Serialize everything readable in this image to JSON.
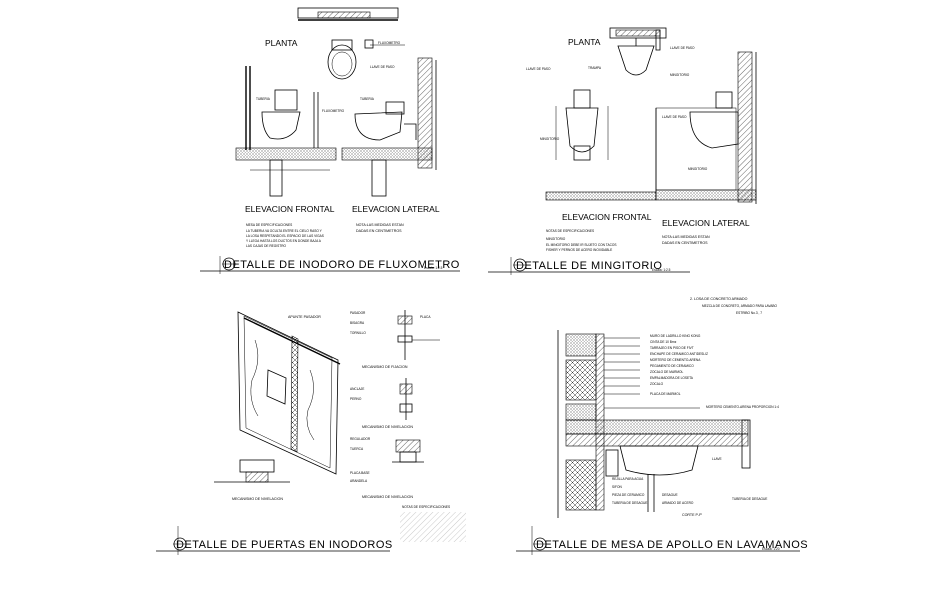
{
  "panels": {
    "inodoro": {
      "title": "DETALLE DE INODORO DE FLUXOMETRO",
      "scale": "Escala: 1:2.5",
      "planta": "PLANTA",
      "elev_frontal": "ELEVACION FRONTAL",
      "elev_lateral": "ELEVACION LATERAL",
      "nota_line1": "NOTA:LAS MEDIDAS ESTAN",
      "nota_line2": "DADAS EN CENTIMETROS",
      "spec_head": "MESA DE ESPECIFICACIONES",
      "spec_lines": [
        "LA TUBERIA VA OCULTA ENTRE EL CIELO RASO Y",
        "LA LOSA RESPETANDO EL ESPACIO DE LAS VIGAS",
        "Y LLEGA HASTA LOS DUCTOS EN DONDE BAJA A",
        "LAS CAJAS DE REGISTRO"
      ],
      "callouts": [
        "FLUXOMETRO",
        "LLAVE DE PASO",
        "TUBERIA",
        "FLUXOMETRO",
        "TUBERIA"
      ]
    },
    "mingitorio": {
      "title": "DETALLE DE MINGITORIO",
      "scale": "Escala: 1:2.5",
      "planta": "PLANTA",
      "elev_frontal": "ELEVACION FRONTAL",
      "elev_lateral": "ELEVACION LATERAL",
      "nota_line1": "NOTA:LAS MEDIDAS ESTAN",
      "nota_line2": "DADAS EN CENTIMETROS",
      "spec_head": "NOTAS DE ESPECIFICACIONES",
      "spec_lines": [
        "MINGITORIO",
        "EL MINGITORIO DEBE IR SUJETO CON TACOS",
        "FISHER Y PERNOS DE ACERO INOXIDABLE"
      ],
      "callouts": [
        "LLAVE DE PASO",
        "TRAMPA",
        "MINGITORIO",
        "LLAVE DE PASO",
        "MINGITORIO",
        "MINGITORIO",
        "LLAVE DE PASO"
      ]
    },
    "puertas": {
      "title": "DETALLE DE PUERTAS EN INODOROS",
      "apunte": "APUNTE PASADOR",
      "mecanismo_fijacion": "MECANISMO DE FIJACION",
      "mecanismo_nivelacion_1": "MECANISMO DE NIVELACION",
      "mecanismo_nivelacion_2": "MECANISMO DE NIVELACION",
      "mecanismo_nivelacion_3": "MECANISMO DE NIVELACION",
      "notes_head": "NOTAS DE ESPECIFICACIONES",
      "callouts": [
        "PASADOR",
        "BISAGRA",
        "TORNILLO",
        "PLACA",
        "ANCLAJE",
        "PERNO",
        "REGULADOR",
        "TUERCA",
        "PLACA BASE",
        "ARANDELA"
      ]
    },
    "mesa": {
      "title": "DETALLE DE MESA DE APOLLO EN LAVAMANOS",
      "scale": "Escala: 1:20",
      "losa": "2. LOSA DE CONCRETO ARMADO",
      "losa_sub1": "MEZCLA DE CONCRETO, ARMADO PARA LAVABO",
      "losa_sub2": "ESTRIBO No.3 , 7",
      "corte": "CORTE P-P'",
      "layers": [
        "MURO DE LADRILLO KING KONG",
        "CINTA DE 10 Brnz",
        "TARRAJEO EN PISO DE FIVT ",
        "ENCHAPE DE CERAMICO ANTIDESLIZ",
        "MORTERO DE CEMENTO-ARENA",
        "PEGAMENTO DE CERAMICO",
        "ZOCALO DE MARMOL",
        "EMPALMADORA DE LOSETA",
        "ZOCALO",
        "PLACA DE MARMOL"
      ],
      "right_callouts": [
        "MORTERO CEMENTO-ARENA PROPORCION 1:4",
        "LLAVE",
        "TUBERIA DE DESAGUE"
      ],
      "bottom_callouts": [
        "REJILLA PARA AGUA",
        "SIFON",
        "PIEZA DE CERAMICO",
        "TUBERIA DE DESAGUE",
        "DESAGUE",
        "ARMADO DE ACERO"
      ]
    }
  }
}
